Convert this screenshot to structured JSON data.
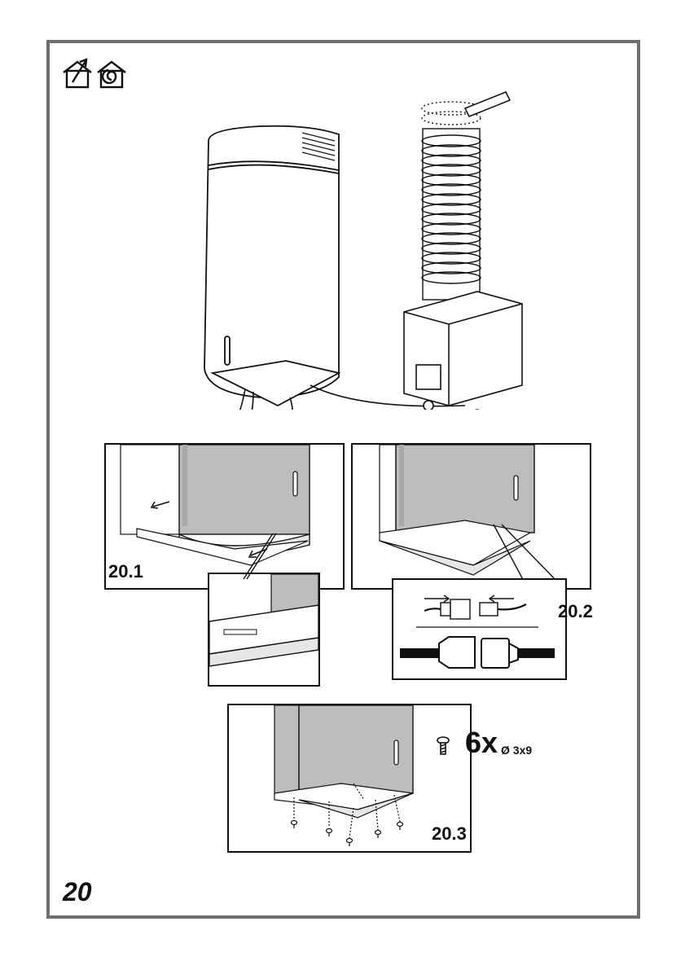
{
  "page": {
    "number": "20",
    "frame_color": "#707070",
    "icons": [
      "outdoor-extraction-house-icon",
      "recirculation-house-icon"
    ]
  },
  "steps": {
    "s1": "20.1",
    "s2": "20.2",
    "s3": "20.3"
  },
  "screws": {
    "count": "6x",
    "size": "Ø 3x9",
    "icon": "screw-icon"
  },
  "colors": {
    "line": "#111111",
    "hood_fill": "#bdbdbd",
    "hood_light": "#e6e6e6",
    "white": "#ffffff"
  }
}
